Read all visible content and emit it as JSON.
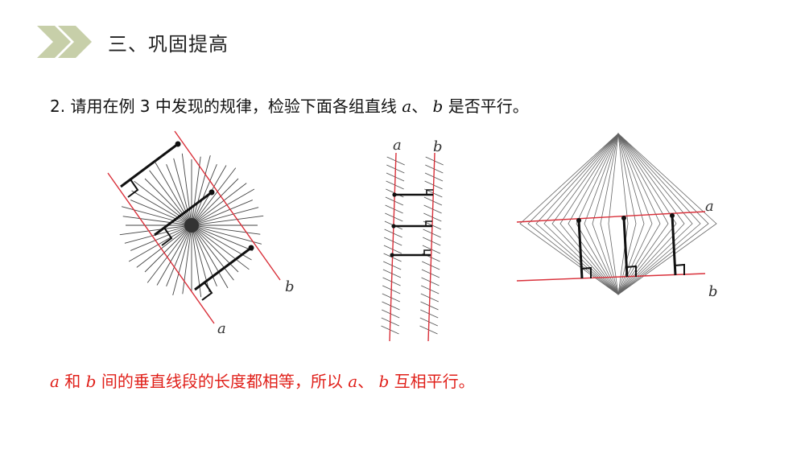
{
  "header": {
    "icon": "double-chevron-right-icon",
    "accent_color": "#c7cfa9",
    "title": "三、巩固提高"
  },
  "question": {
    "prefix": "2. 请用在例 3 中发现的规律，检验下面各组直线 ",
    "var_a": "a",
    "sep": "、 ",
    "var_b": "b",
    "suffix": " 是否平行。"
  },
  "figures": {
    "line_color": "#d9303a",
    "label_a": "a",
    "label_b": "b"
  },
  "answer": {
    "var_a": "a",
    "part1": " 和 ",
    "var_b": "b",
    "part2": " 间的垂直线段的长度都相等，所以 ",
    "var_a2": "a",
    "sep": "、 ",
    "var_b2": "b",
    "part3": " 互相平行。",
    "color": "#e0201a"
  }
}
